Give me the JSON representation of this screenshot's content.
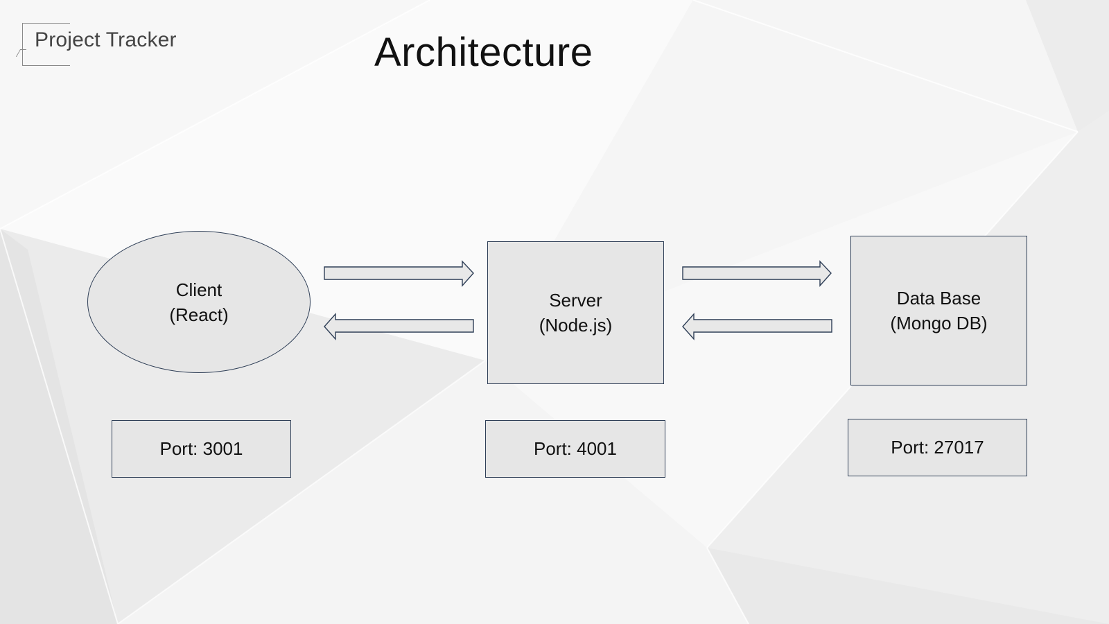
{
  "header": {
    "brand": "Project Tracker",
    "title": "Architecture"
  },
  "nodes": {
    "client": {
      "line1": "Client",
      "line2": "(React)",
      "port": "Port: 3001"
    },
    "server": {
      "line1": "Server",
      "line2": "(Node.js)",
      "port": "Port: 4001"
    },
    "database": {
      "line1": "Data Base",
      "line2": "(Mongo DB)",
      "port": "Port: 27017"
    }
  },
  "connections": [
    {
      "from": "client",
      "to": "server",
      "direction": "right"
    },
    {
      "from": "server",
      "to": "client",
      "direction": "left"
    },
    {
      "from": "server",
      "to": "database",
      "direction": "right"
    },
    {
      "from": "database",
      "to": "server",
      "direction": "left"
    }
  ],
  "colors": {
    "shape_fill": "#e6e6e6",
    "shape_stroke": "#2f3f57",
    "arrow_fill": "#e8e8e8"
  }
}
